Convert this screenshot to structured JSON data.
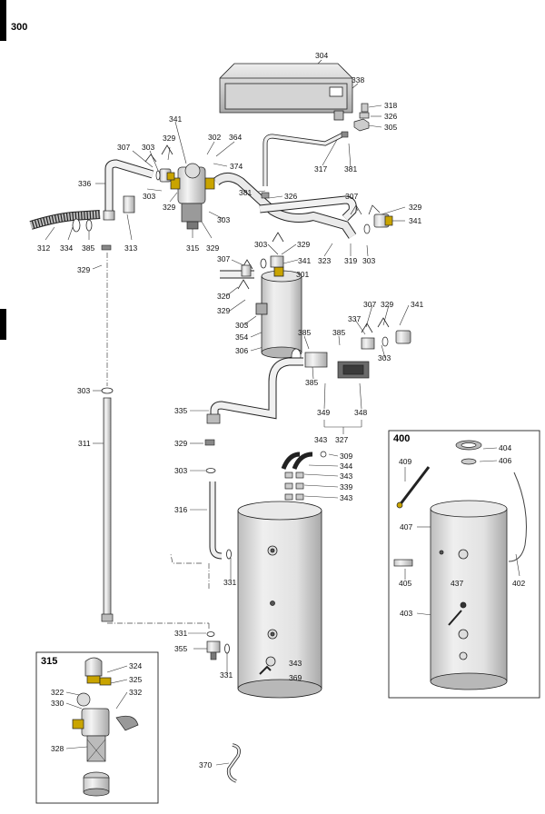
{
  "diagram": {
    "main_title": "300",
    "inset_400_title": "400",
    "inset_315_title": "315"
  },
  "labels": [
    {
      "id": "304",
      "t": "304"
    },
    {
      "id": "338",
      "t": "338"
    },
    {
      "id": "318",
      "t": "318"
    },
    {
      "id": "326a",
      "t": "326"
    },
    {
      "id": "305",
      "t": "305"
    },
    {
      "id": "341a",
      "t": "341"
    },
    {
      "id": "302",
      "t": "302"
    },
    {
      "id": "364",
      "t": "364"
    },
    {
      "id": "307a",
      "t": "307"
    },
    {
      "id": "303a",
      "t": "303"
    },
    {
      "id": "329a",
      "t": "329"
    },
    {
      "id": "374",
      "t": "374"
    },
    {
      "id": "317",
      "t": "317"
    },
    {
      "id": "381a",
      "t": "381"
    },
    {
      "id": "336",
      "t": "336"
    },
    {
      "id": "303b",
      "t": "303"
    },
    {
      "id": "329b",
      "t": "329"
    },
    {
      "id": "381b",
      "t": "381"
    },
    {
      "id": "326b",
      "t": "326"
    },
    {
      "id": "307b",
      "t": "307"
    },
    {
      "id": "329c",
      "t": "329"
    },
    {
      "id": "341b",
      "t": "341"
    },
    {
      "id": "303c",
      "t": "303"
    },
    {
      "id": "312",
      "t": "312"
    },
    {
      "id": "334",
      "t": "334"
    },
    {
      "id": "385a",
      "t": "385"
    },
    {
      "id": "313",
      "t": "313"
    },
    {
      "id": "315",
      "t": "315"
    },
    {
      "id": "329d",
      "t": "329"
    },
    {
      "id": "303d",
      "t": "303"
    },
    {
      "id": "329e",
      "t": "329"
    },
    {
      "id": "323",
      "t": "323"
    },
    {
      "id": "319",
      "t": "319"
    },
    {
      "id": "303e",
      "t": "303"
    },
    {
      "id": "329f",
      "t": "329"
    },
    {
      "id": "341c",
      "t": "341"
    },
    {
      "id": "307c",
      "t": "307"
    },
    {
      "id": "301",
      "t": "301"
    },
    {
      "id": "320",
      "t": "320"
    },
    {
      "id": "329g",
      "t": "329"
    },
    {
      "id": "307d",
      "t": "307"
    },
    {
      "id": "329h",
      "t": "329"
    },
    {
      "id": "341d",
      "t": "341"
    },
    {
      "id": "337",
      "t": "337"
    },
    {
      "id": "303f",
      "t": "303"
    },
    {
      "id": "354",
      "t": "354"
    },
    {
      "id": "385b",
      "t": "385"
    },
    {
      "id": "385c",
      "t": "385"
    },
    {
      "id": "306",
      "t": "306"
    },
    {
      "id": "303g",
      "t": "303"
    },
    {
      "id": "385d",
      "t": "385"
    },
    {
      "id": "303h",
      "t": "303"
    },
    {
      "id": "335",
      "t": "335"
    },
    {
      "id": "349",
      "t": "349"
    },
    {
      "id": "348",
      "t": "348"
    },
    {
      "id": "311",
      "t": "311"
    },
    {
      "id": "343a",
      "t": "343"
    },
    {
      "id": "327",
      "t": "327"
    },
    {
      "id": "329i",
      "t": "329"
    },
    {
      "id": "309",
      "t": "309"
    },
    {
      "id": "344",
      "t": "344"
    },
    {
      "id": "303i",
      "t": "303"
    },
    {
      "id": "343b",
      "t": "343"
    },
    {
      "id": "339",
      "t": "339"
    },
    {
      "id": "343c",
      "t": "343"
    },
    {
      "id": "316",
      "t": "316"
    },
    {
      "id": "331a",
      "t": "331"
    },
    {
      "id": "331b",
      "t": "331"
    },
    {
      "id": "355",
      "t": "355"
    },
    {
      "id": "343d",
      "t": "343"
    },
    {
      "id": "331c",
      "t": "331"
    },
    {
      "id": "369",
      "t": "369"
    },
    {
      "id": "370",
      "t": "370"
    },
    {
      "id": "404",
      "t": "404"
    },
    {
      "id": "409",
      "t": "409"
    },
    {
      "id": "406",
      "t": "406"
    },
    {
      "id": "407",
      "t": "407"
    },
    {
      "id": "405",
      "t": "405"
    },
    {
      "id": "437",
      "t": "437"
    },
    {
      "id": "402",
      "t": "402"
    },
    {
      "id": "403",
      "t": "403"
    },
    {
      "id": "324",
      "t": "324"
    },
    {
      "id": "325",
      "t": "325"
    },
    {
      "id": "322",
      "t": "322"
    },
    {
      "id": "332",
      "t": "332"
    },
    {
      "id": "330",
      "t": "330"
    },
    {
      "id": "328",
      "t": "328"
    }
  ]
}
